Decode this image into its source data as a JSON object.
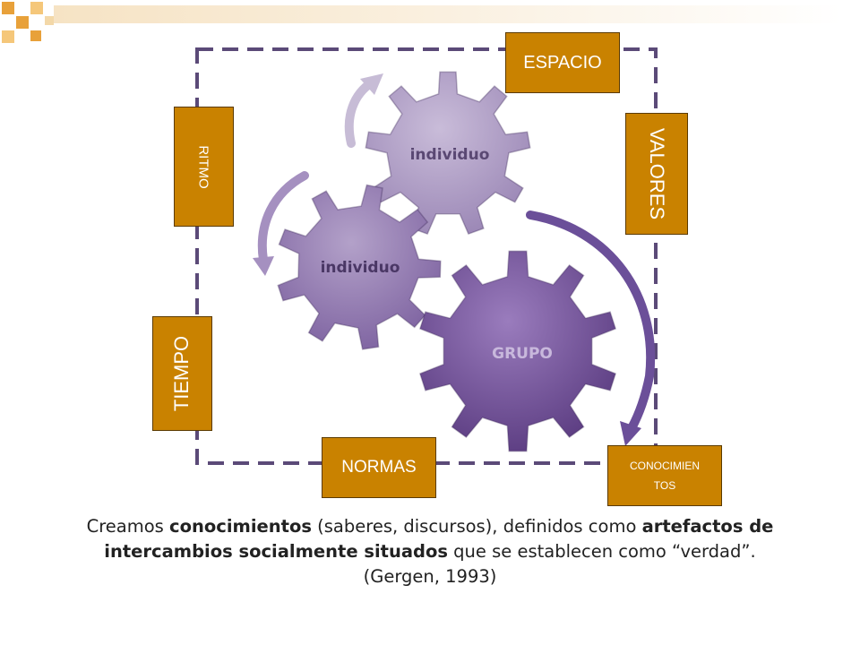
{
  "diagram": {
    "gears": {
      "top": "individuo",
      "middle": "individuo",
      "bottom": "GRUPO"
    },
    "labels": {
      "espacio": "ESPACIO",
      "ritmo": "RITMO",
      "valores": "VALORES",
      "tiempo": "TIEMPO",
      "normas": "NORMAS",
      "conocimientos_line1": "CONOCIMIEN",
      "conocimientos_line2": "TOS"
    },
    "colors": {
      "label_fill": "#c98200",
      "gear_top": "#a592bd",
      "gear_middle": "#8c73ad",
      "gear_bottom": "#6a4a90",
      "dashed_frame": "#5b4a78"
    }
  },
  "caption": {
    "line1_part1": "Creamos ",
    "line1_bold1": "conocimientos",
    "line1_part2": " (saberes, discursos), definidos como ",
    "line1_bold2": "artefactos de",
    "line2_bold": "intercambios socialmente situados",
    "line2_part": " que se establecen como “verdad”.",
    "line3": "(Gergen, 1993)"
  }
}
